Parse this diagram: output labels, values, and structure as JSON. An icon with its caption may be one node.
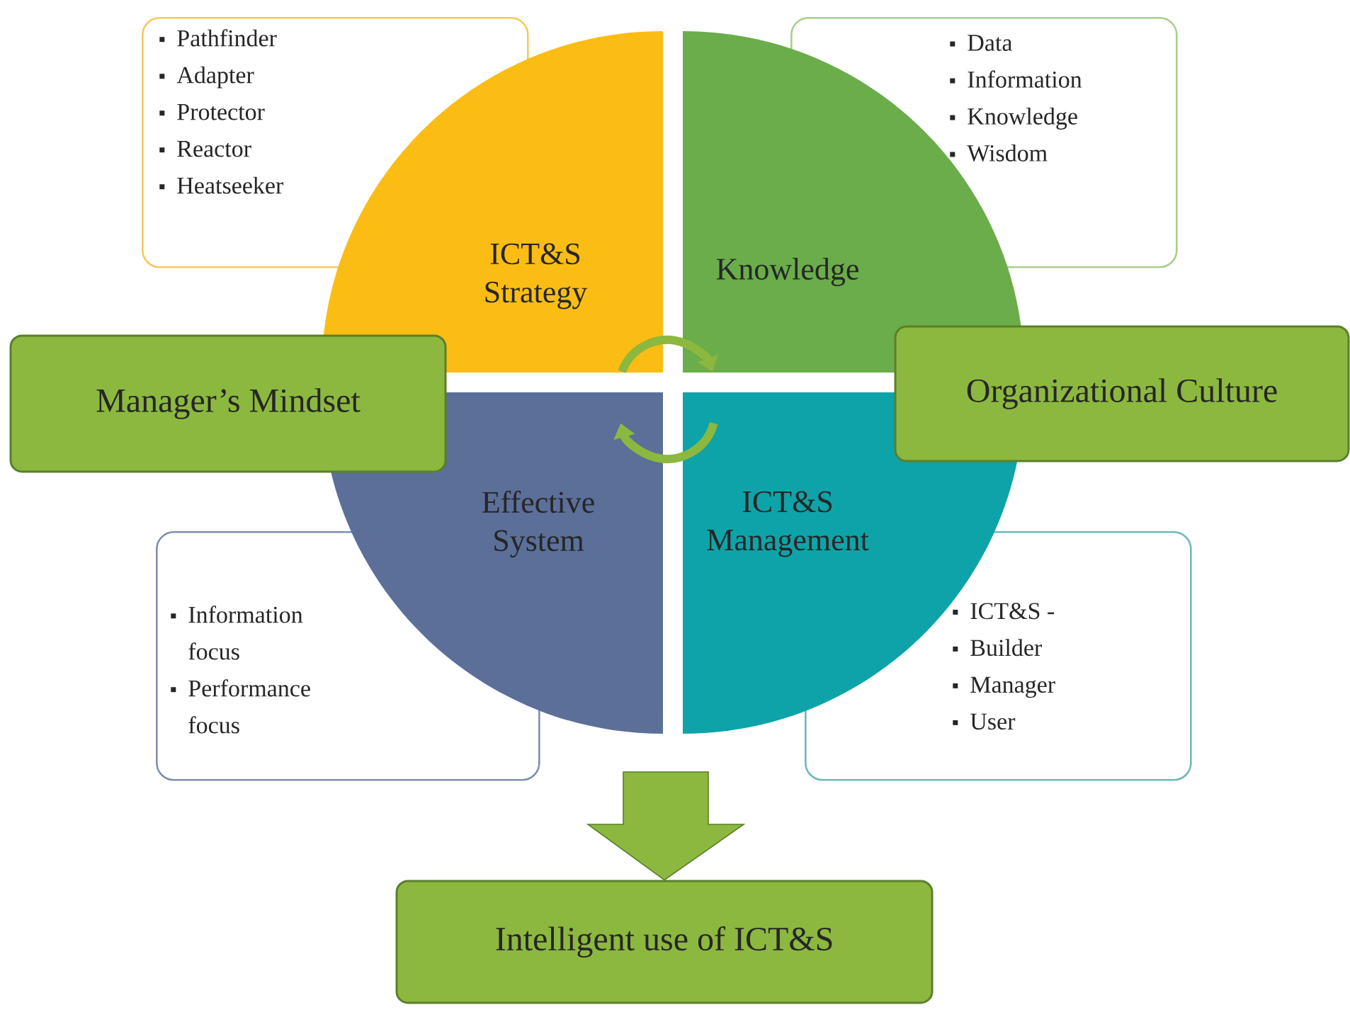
{
  "diagram": {
    "nodes": [
      {
        "text": [
          "Pathfinder",
          "Adapter",
          "Protector",
          "Reactor",
          "Heatseeker"
        ]
      },
      {
        "text": [
          "Data",
          "Information",
          "Knowledge",
          "Wisdom"
        ]
      },
      {
        "text": [
          "ICT&S Strategy"
        ]
      },
      {
        "text": [
          "Knowledge"
        ]
      },
      {
        "text": [
          "Manager’s Mindset"
        ]
      },
      {
        "text": [
          "Organizational Culture"
        ]
      },
      {
        "text": [
          "Effective System"
        ]
      },
      {
        "text": [
          "ICT&S Management"
        ]
      },
      {
        "text": [
          "Information focus",
          "Performance focus"
        ]
      },
      {
        "text": [
          "ICT&S -",
          "Builder",
          "Manager",
          "User"
        ]
      },
      {
        "text": [
          "Intelligent use of ICT&S"
        ]
      }
    ],
    "edges": [
      {
        "from": 2,
        "to": 3,
        "arrow": "to"
      },
      {
        "from": 7,
        "to": 6,
        "arrow": "to"
      },
      {
        "from": null,
        "to": 10,
        "arrow": "to"
      }
    ]
  }
}
